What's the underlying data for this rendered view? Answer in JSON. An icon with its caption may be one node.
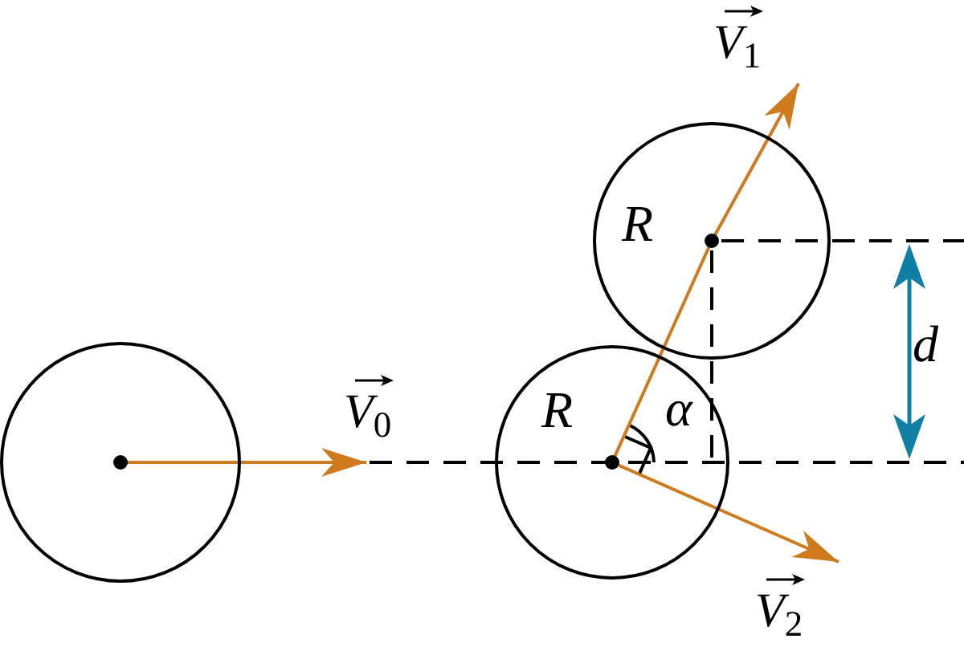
{
  "diagram": {
    "nodes": [
      {
        "text": [],
        "shape": "circle"
      },
      {
        "text": [
          "R"
        ]
      },
      {
        "text": [
          "R"
        ]
      }
    ],
    "edges": [
      {
        "from": 0,
        "to": null,
        "arrow": "to",
        "label": "*V*$_{0}$"
      },
      {
        "from": 1,
        "to": 2,
        "arrow": "none"
      },
      {
        "from": 2,
        "to": null,
        "arrow": "to",
        "label": "*V*$_{1}$"
      },
      {
        "from": 1,
        "to": null,
        "arrow": "to",
        "label": "*V*$_{2}$"
      }
    ],
    "labels": [
      "α",
      "d"
    ]
  }
}
